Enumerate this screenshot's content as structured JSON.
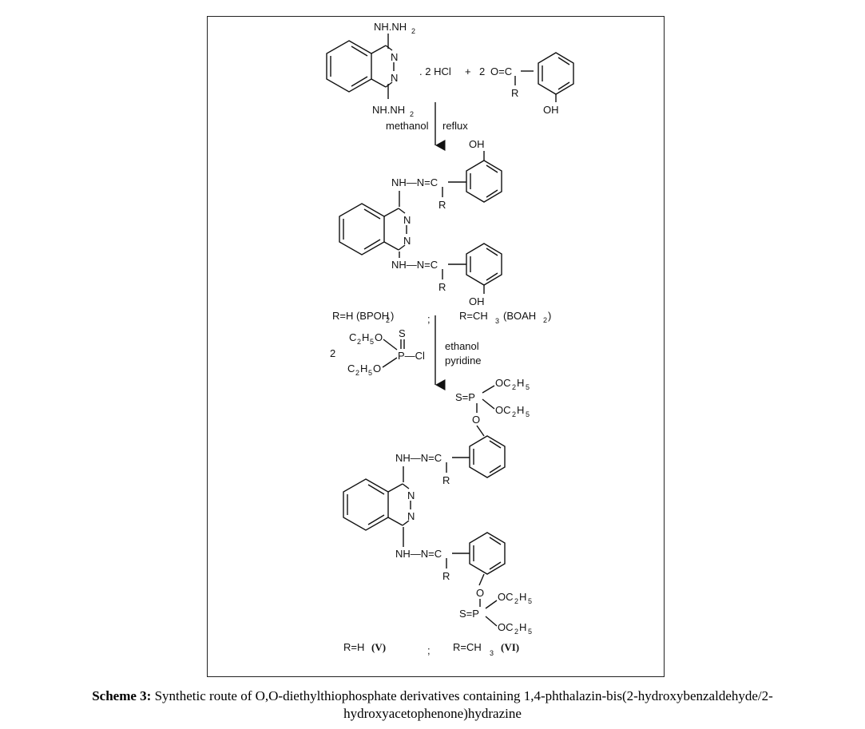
{
  "reactants": {
    "nhnh2_top": "NH.NH",
    "nhnh2_bottom": "NH.NH",
    "sub2": "2",
    "ring_n1": "N",
    "ring_n2": "N",
    "salt": ". 2 HCl",
    "plus": "+",
    "coefficient": "2",
    "carbonyl": "O=C",
    "r_group": "R",
    "oh": "OH"
  },
  "step1": {
    "solvent": "methanol",
    "condition": "reflux"
  },
  "intermediate": {
    "oh_top": "OH",
    "oh_bottom": "OH",
    "hydrazone_top": "NH—N=C",
    "hydrazone_bottom": "NH—N=C",
    "r_top": "R",
    "r_bottom": "R",
    "ring_n1": "N",
    "ring_n2": "N",
    "label_left": "R=H (BPOH",
    "label_left_sub": "2",
    "label_left_close": ")",
    "separator": ";",
    "label_right": "R=CH",
    "label_right_sub": "3",
    "label_right_rest": "(BOAH",
    "label_right_sub2": "2",
    "label_right_close": ")"
  },
  "reagent": {
    "coefficient": "2",
    "ethoxy_top": "C",
    "ethoxy_bottom": "C",
    "sub_c": "2",
    "sub_h": "5",
    "h": "H",
    "o": "O",
    "sulfur": "S",
    "p_cl": "P—Cl",
    "step2_solvent": "ethanol",
    "step2_base": "pyridine"
  },
  "product": {
    "s_eq_p_top": "S=P",
    "oc2h5": "OC",
    "sub_2": "2",
    "sub_5": "5",
    "h": "H",
    "o_link_top": "O",
    "o_link_bottom": "O",
    "s_eq_p_bottom": "S=P",
    "hydrazone_top": "NH—N=C",
    "hydrazone_bottom": "NH—N=C",
    "r_top": "R",
    "r_bottom": "R",
    "ring_n1": "N",
    "ring_n2": "N",
    "label_left": "R=H",
    "label_left_code": "(V)",
    "separator": ";",
    "label_right": "R=CH",
    "label_right_sub": "3",
    "label_right_code": "(VI)"
  },
  "caption": {
    "label": "Scheme 3:",
    "line1": "Synthetic route of O,O-diethylthiophosphate derivatives containing 1,4-phthalazin-bis(2-hydroxybenzaldehyde/2-",
    "line2": "hydroxyacetophenone)hydrazine"
  }
}
